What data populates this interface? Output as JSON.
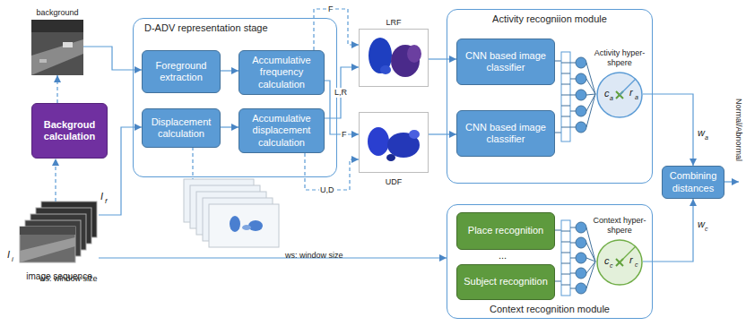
{
  "diagram": {
    "nodes": [
      {
        "text": [
          "background"
        ]
      },
      {
        "text": [
          "Backgroud calculation"
        ]
      },
      {
        "text": [
          "image sequence"
        ]
      },
      {
        "text": [
          "D-ADV representation stage"
        ]
      },
      {
        "text": [
          "Foreground extraction"
        ],
        "in": 3
      },
      {
        "text": [
          "Accumulative frequency calculation"
        ],
        "in": 3
      },
      {
        "text": [
          "Displacement calculation"
        ],
        "in": 3
      },
      {
        "text": [
          "Accumulative displacement calculation"
        ],
        "in": 3
      },
      {
        "text": [
          "LRF"
        ]
      },
      {
        "text": [
          "UDF"
        ]
      },
      {
        "text": [
          "Activity recogniion module"
        ]
      },
      {
        "text": [
          "CNN based image classifier"
        ],
        "in": 10
      },
      {
        "text": [
          "CNN based image classifier"
        ],
        "in": 10
      },
      {
        "text": [
          "Activity hyper-shpere",
          "c",
          "a",
          "r",
          "a"
        ],
        "in": 10
      },
      {
        "text": [
          "Combining distances"
        ]
      },
      {
        "text": [
          "Context recognition module"
        ]
      },
      {
        "text": [
          "Place recognition"
        ],
        "in": 15
      },
      {
        "text": [
          "Subject recognition"
        ],
        "in": 15
      },
      {
        "text": [
          "Context hyper-shpere",
          "c",
          "c",
          "r",
          "c"
        ],
        "in": 15
      }
    ],
    "edges": [
      {
        "from": 2,
        "to": 1,
        "arrow": "to"
      },
      {
        "from": 1,
        "to": 0,
        "arrow": "to"
      },
      {
        "from": 0,
        "to": 4,
        "arrow": "to"
      },
      {
        "from": 2,
        "to": 6,
        "arrow": "to"
      },
      {
        "from": 2,
        "to": 15,
        "arrow": "to"
      },
      {
        "from": 4,
        "to": 5,
        "arrow": "to"
      },
      {
        "from": 6,
        "to": 7,
        "arrow": "to"
      },
      {
        "from": 5,
        "to": 8,
        "label": "F",
        "arrow": "to"
      },
      {
        "from": 7,
        "to": 8,
        "label": "L,R",
        "arrow": "to"
      },
      {
        "from": 5,
        "to": 9,
        "label": "F",
        "arrow": "to"
      },
      {
        "from": 7,
        "to": 9,
        "label": "U,D",
        "arrow": "to"
      },
      {
        "from": 8,
        "to": 11,
        "arrow": "to"
      },
      {
        "from": 9,
        "to": 12,
        "arrow": "to"
      },
      {
        "from": 13,
        "to": 14,
        "arrow": "to"
      },
      {
        "from": 18,
        "to": 14,
        "arrow": "to"
      }
    ],
    "labels": [
      "I",
      "f",
      "I",
      "i",
      "ws: window size",
      "ws: window size",
      "...",
      "w",
      "a",
      "w",
      "c",
      "Normal/Abnormal"
    ]
  }
}
